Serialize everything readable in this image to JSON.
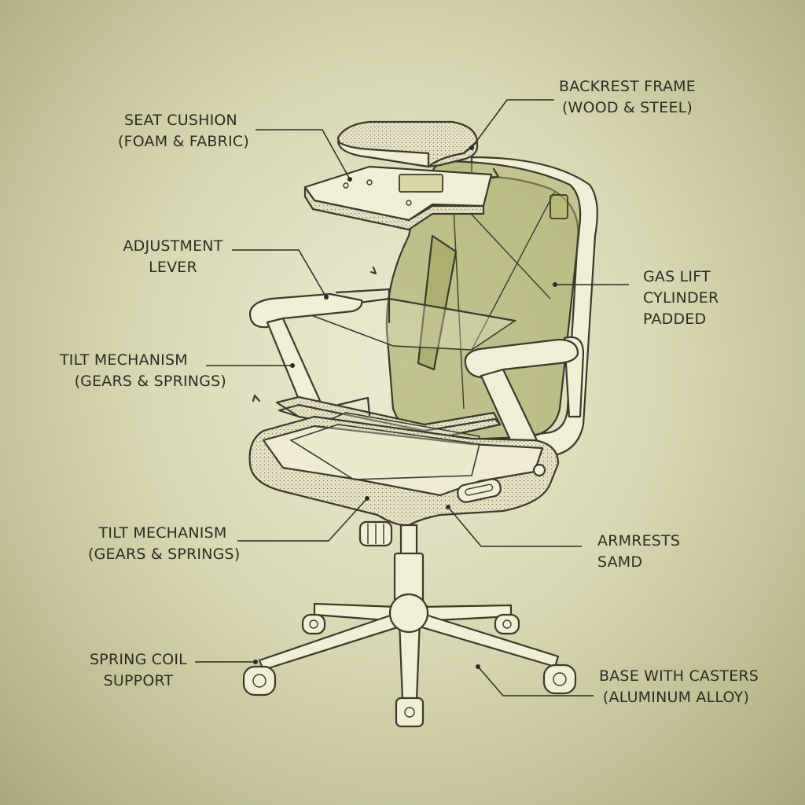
{
  "labels": {
    "seat_cushion": [
      "SEAT CUSHION",
      "(FOAM & FABRIC)"
    ],
    "backrest_frame": [
      "BACKREST FRAME",
      "(WOOD & STEEL)"
    ],
    "adjustment_lever": [
      "ADJUSTMENT",
      "LEVER"
    ],
    "gas_lift": [
      "GAS LIFT",
      "CYLINDER",
      "PADDED"
    ],
    "tilt_upper": [
      "TILT MECHANISM",
      "(GEARS & SPRINGS)"
    ],
    "tilt_lower": [
      "TILT MECHANISM",
      "(GEARS & SPRINGS)"
    ],
    "armrests": [
      "ARMRESTS",
      "SAMD"
    ],
    "spring_coil": [
      "SPRING COIL",
      "SUPPORT"
    ],
    "base_casters": [
      "BASE WITH CASTERS",
      "(ALUMINUM ALLOY)"
    ]
  },
  "colors": {
    "background": "#d9d8b4",
    "line": "#3b3a2c",
    "cream": "#f1eed6",
    "olive_panel": "#9ea35a"
  }
}
